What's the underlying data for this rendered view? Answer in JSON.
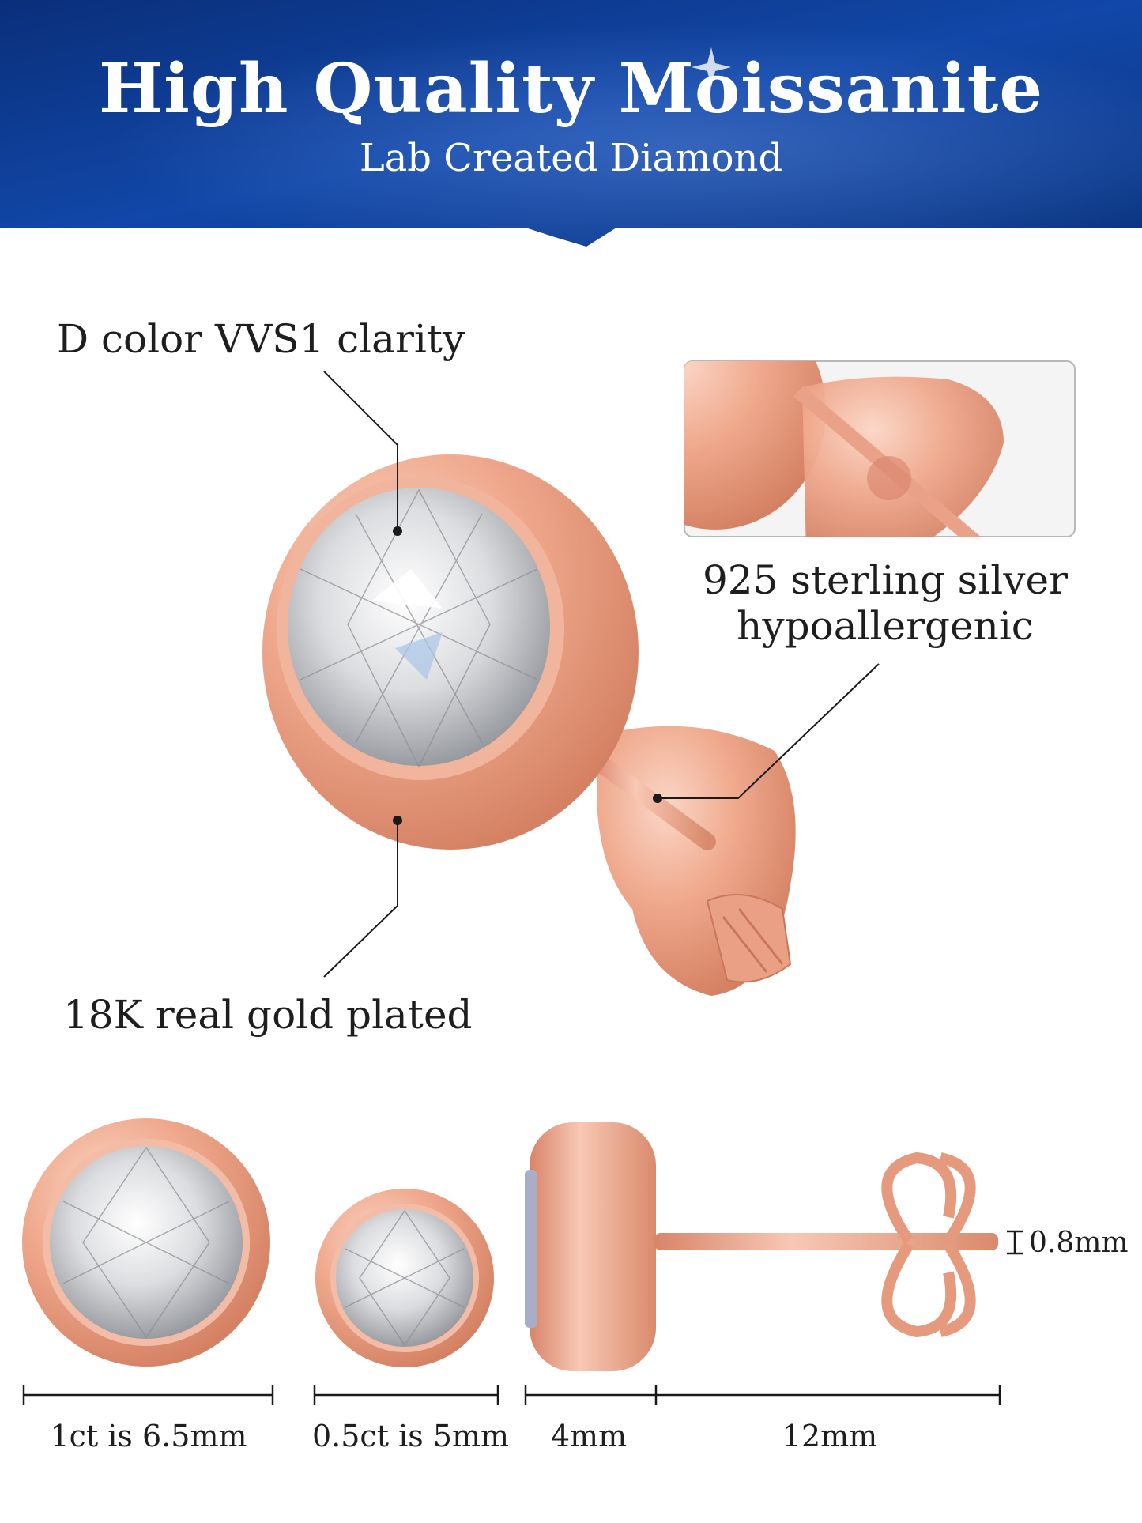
{
  "header": {
    "title": "High Quality Moissanite",
    "subtitle": "Lab Created Diamond"
  },
  "callouts": {
    "clarity": "D color VVS1 clarity",
    "silver_line1": "925 sterling silver",
    "silver_line2": "hypoallergenic",
    "gold": "18K real gold plated"
  },
  "dimensions": {
    "size_1ct": "1ct is 6.5mm",
    "size_05ct": "0.5ct is 5mm",
    "depth": "4mm",
    "post_length": "12mm",
    "post_diameter": "0.8mm"
  },
  "colors": {
    "header_blue": "#0d3a8c",
    "rose_gold": "#e8a187"
  }
}
